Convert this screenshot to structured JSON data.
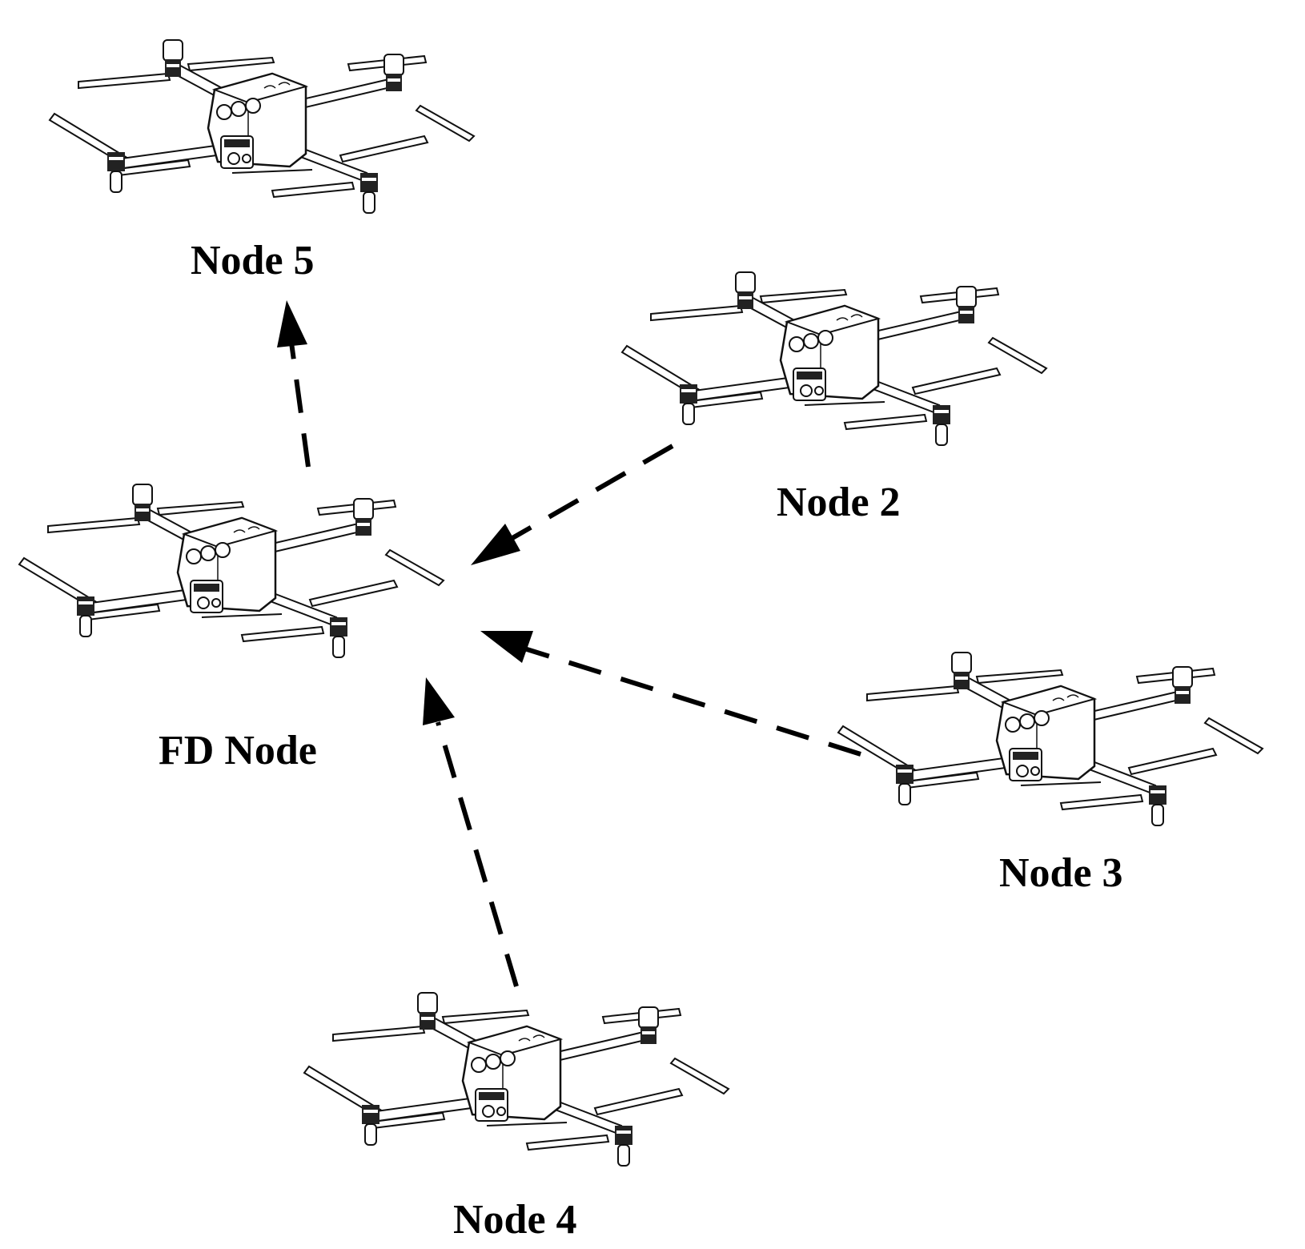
{
  "nodes": {
    "fd": {
      "label": "FD Node"
    },
    "node2": {
      "label": "Node 2"
    },
    "node3": {
      "label": "Node 3"
    },
    "node4": {
      "label": "Node 4"
    },
    "node5": {
      "label": "Node 5"
    }
  },
  "links": [
    {
      "from": "node2",
      "to": "fd"
    },
    {
      "from": "node3",
      "to": "fd"
    },
    {
      "from": "node4",
      "to": "fd"
    },
    {
      "from": "fd",
      "to": "node5"
    }
  ],
  "style": {
    "stroke": "#000000",
    "line": "dashed",
    "icon": "quadcopter-drone-icon"
  }
}
